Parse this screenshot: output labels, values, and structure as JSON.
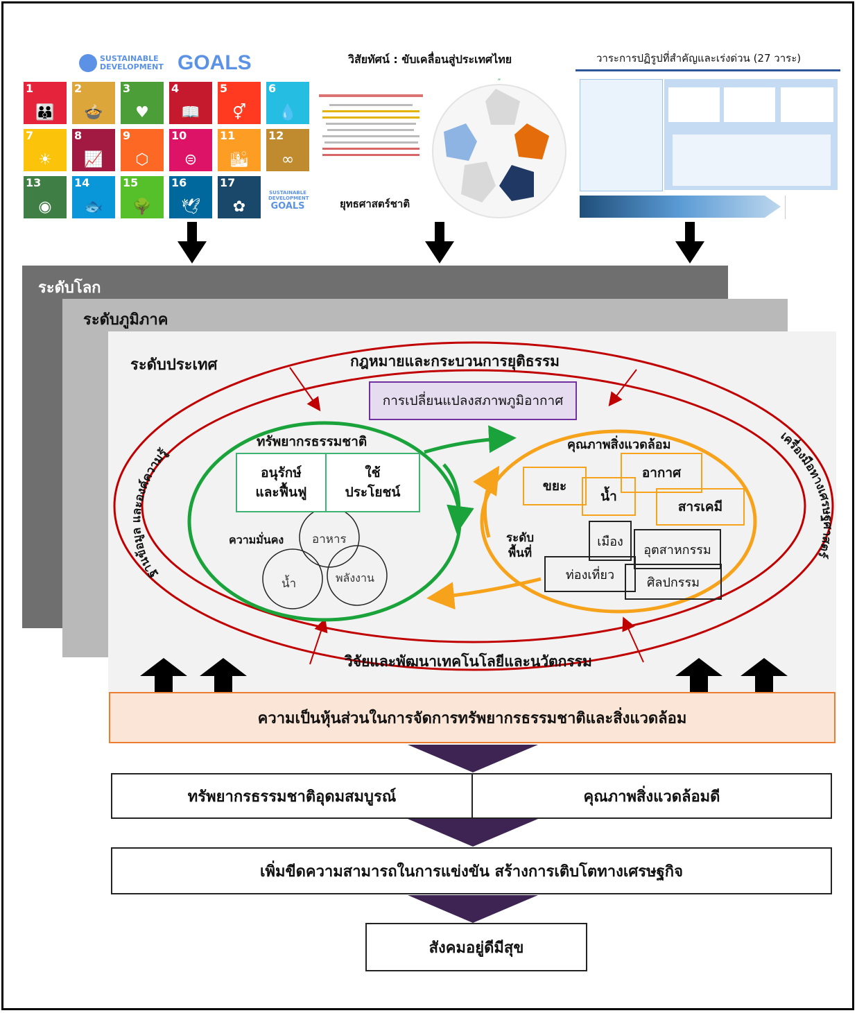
{
  "top": {
    "sdg": {
      "logo_line1": "SUSTAINABLE",
      "logo_line2": "DEVELOPMENT",
      "logo_goals": "GOALS",
      "tiles": [
        {
          "num": "1",
          "color": "#e5243b",
          "glyph": "👪"
        },
        {
          "num": "2",
          "color": "#dda63a",
          "glyph": "🍲"
        },
        {
          "num": "3",
          "color": "#4c9f38",
          "glyph": "♥"
        },
        {
          "num": "4",
          "color": "#c5192d",
          "glyph": "📖"
        },
        {
          "num": "5",
          "color": "#ff3a21",
          "glyph": "⚥"
        },
        {
          "num": "6",
          "color": "#26bde2",
          "glyph": "💧"
        },
        {
          "num": "7",
          "color": "#fcc30b",
          "glyph": "☀"
        },
        {
          "num": "8",
          "color": "#a21942",
          "glyph": "📈"
        },
        {
          "num": "9",
          "color": "#fd6925",
          "glyph": "⬡"
        },
        {
          "num": "10",
          "color": "#dd1367",
          "glyph": "⊜"
        },
        {
          "num": "11",
          "color": "#fd9d24",
          "glyph": "🏙"
        },
        {
          "num": "12",
          "color": "#bf8b2e",
          "glyph": "∞"
        },
        {
          "num": "13",
          "color": "#3f7e44",
          "glyph": "◉"
        },
        {
          "num": "14",
          "color": "#0a97d9",
          "glyph": "🐟"
        },
        {
          "num": "15",
          "color": "#56c02b",
          "glyph": "🌳"
        },
        {
          "num": "16",
          "color": "#00689d",
          "glyph": "🕊"
        },
        {
          "num": "17",
          "color": "#19486a",
          "glyph": "✿"
        },
        {
          "num": "",
          "color": "#ffffff",
          "glyph": ""
        }
      ],
      "last_tile_line1": "SUSTAINABLE",
      "last_tile_line2": "DEVELOPMENT",
      "last_tile_line3": "GOALS"
    },
    "vision": {
      "title": "วิสัยทัศน์ : ขับเคลื่อนสู่ประเทศไทย",
      "caption": "ยุทธศาสตร์ชาติ"
    },
    "reform": {
      "title": "วาระการปฏิรูปที่สำคัญและเร่งด่วน (27 วาระ)"
    }
  },
  "levels": {
    "global": "ระดับโลก",
    "regional": "ระดับภูมิภาค",
    "national": "ระดับประเทศ"
  },
  "rings": {
    "outer_top": "กฎหมายและกระบวนการยุติธรรม",
    "outer_bottom": "วิจัยและพัฒนาเทคโนโลยีและนวัตกรรม",
    "left_side": "ฐานข้อมูล และองค์ความรู้",
    "right_side": "เครื่องมือทางเศรษฐศาสตร์",
    "climate": "การเปลี่ยนแปลงสภาพภูมิอากาศ"
  },
  "natural": {
    "title": "ทรัพยากรธรรมชาติ",
    "conserve": "อนุรักษ์\nและฟื้นฟู",
    "use": "ใช้\nประโยชน์",
    "security": "ความมั่นคง",
    "food": "อาหาร",
    "water": "น้ำ",
    "energy": "พลังงาน"
  },
  "environment": {
    "title": "คุณภาพสิ่งแวดล้อม",
    "waste": "ขยะ",
    "water": "น้ำ",
    "air": "อากาศ",
    "chemical": "สารเคมี",
    "area_level": "ระดับ\nพื้นที่",
    "city": "เมือง",
    "industry": "อุตสาหกรรม",
    "tourism": "ท่องเที่ยว",
    "art": "ศิลปกรรม"
  },
  "flow": {
    "partnership": "ความเป็นหุ้นส่วนในการจัดการทรัพยากรธรรมชาติและสิ่งแวดล้อม",
    "rich_resources": "ทรัพยากรธรรมชาติอุดมสมบูรณ์",
    "good_environment": "คุณภาพสิ่งแวดล้อมดี",
    "competitiveness": "เพิ่มขีดความสามารถในการแข่งขัน สร้างการเติบโตทางเศรษฐกิจ",
    "happy_society": "สังคมอยู่ดีมีสุข"
  },
  "colors": {
    "global": "#6f6f6f",
    "regional": "#b9b9b9",
    "national": "#f2f2f2",
    "ring_red": "#c00000",
    "green": "#1aa33a",
    "orange": "#f7a21b",
    "purple_border": "#7030a0",
    "purple_fill": "#e6dcef",
    "partnership_border": "#ed7d31",
    "partnership_fill": "#fbe5d6",
    "arrow_dark": "#3d2452"
  }
}
